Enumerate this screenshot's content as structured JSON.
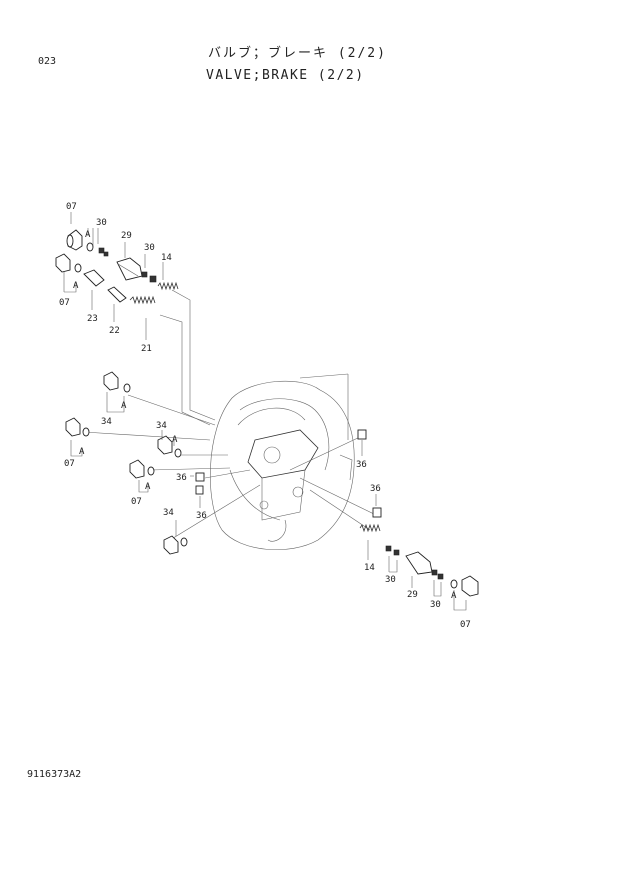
{
  "header": {
    "page_code": "023",
    "title_jp": "バルブ；ブレーキ (2/2)",
    "title_en": "VALVE;BRAKE (2/2)"
  },
  "footer": {
    "drawing_code": "9116373A2"
  },
  "callouts": [
    {
      "id": "c-07-a",
      "label": "07"
    },
    {
      "id": "c-30-a",
      "label": "30"
    },
    {
      "id": "c-A-1",
      "label": "A"
    },
    {
      "id": "c-29-a",
      "label": "29"
    },
    {
      "id": "c-30-b",
      "label": "30"
    },
    {
      "id": "c-14-a",
      "label": "14"
    },
    {
      "id": "c-A-2",
      "label": "A"
    },
    {
      "id": "c-07-b",
      "label": "07"
    },
    {
      "id": "c-23",
      "label": "23"
    },
    {
      "id": "c-22",
      "label": "22"
    },
    {
      "id": "c-21",
      "label": "21"
    },
    {
      "id": "c-34-a",
      "label": "34"
    },
    {
      "id": "c-A-3",
      "label": "A"
    },
    {
      "id": "c-A-4",
      "label": "A"
    },
    {
      "id": "c-07-c",
      "label": "07"
    },
    {
      "id": "c-34-b",
      "label": "34"
    },
    {
      "id": "c-A-5",
      "label": "A"
    },
    {
      "id": "c-36-a",
      "label": "36"
    },
    {
      "id": "c-A-6",
      "label": "A"
    },
    {
      "id": "c-07-d",
      "label": "07"
    },
    {
      "id": "c-36-b",
      "label": "36"
    },
    {
      "id": "c-34-c",
      "label": "34"
    },
    {
      "id": "c-36-c",
      "label": "36"
    },
    {
      "id": "c-36-d",
      "label": "36"
    },
    {
      "id": "c-14-b",
      "label": "14"
    },
    {
      "id": "c-30-c",
      "label": "30"
    },
    {
      "id": "c-29-b",
      "label": "29"
    },
    {
      "id": "c-30-d",
      "label": "30"
    },
    {
      "id": "c-A-7",
      "label": "A"
    },
    {
      "id": "c-07-e",
      "label": "07"
    }
  ]
}
